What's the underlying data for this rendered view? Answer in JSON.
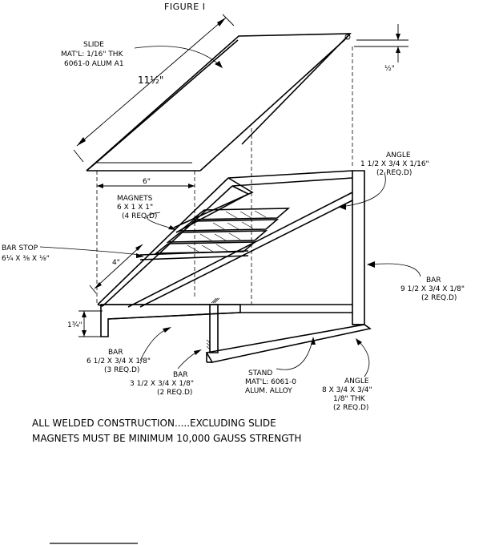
{
  "figure_title": "FIGURE I",
  "dimensions": {
    "slide_length": "11½\"",
    "half_inch": "½\"",
    "width": "6\"",
    "depth": "4\"",
    "height": "1¾\""
  },
  "callouts": {
    "slide": [
      "SLIDE",
      "MAT'L: 1/16\" THK",
      "6061-0 ALUM A1"
    ],
    "angle_top": [
      "ANGLE",
      "1 1/2 X 3/4 X 1/16\"",
      "(2 REQ.D)"
    ],
    "magnets": [
      "MAGNETS",
      "6 X 1 X 1\"",
      "(4 REQ.D)"
    ],
    "bar_stop": [
      "BAR STOP",
      "6¼ X ⅜ X ⅛\""
    ],
    "bar_right": [
      "BAR",
      "9 1/2 X 3/4 X 1/8\"",
      "(2 REQ.D)"
    ],
    "bar_left": [
      "BAR",
      "6 1/2 X 3/4 X 1/8\"",
      "(3 REQ.D)"
    ],
    "bar_mid": [
      "BAR",
      "3 1/2 X 3/4 X 1/8\"",
      "(2 REQ.D)"
    ],
    "stand": [
      "STAND",
      "MAT'L: 6061-0",
      "ALUM. ALLOY"
    ],
    "angle_bottom": [
      "ANGLE",
      "8 X 3/4 X 3/4\"",
      "1/8\" THK",
      "(2 REQ.D)"
    ]
  },
  "notes": [
    "ALL WELDED CONSTRUCTION.....EXCLUDING SLIDE",
    "MAGNETS MUST BE MINIMUM 10,000 GAUSS STRENGTH"
  ]
}
